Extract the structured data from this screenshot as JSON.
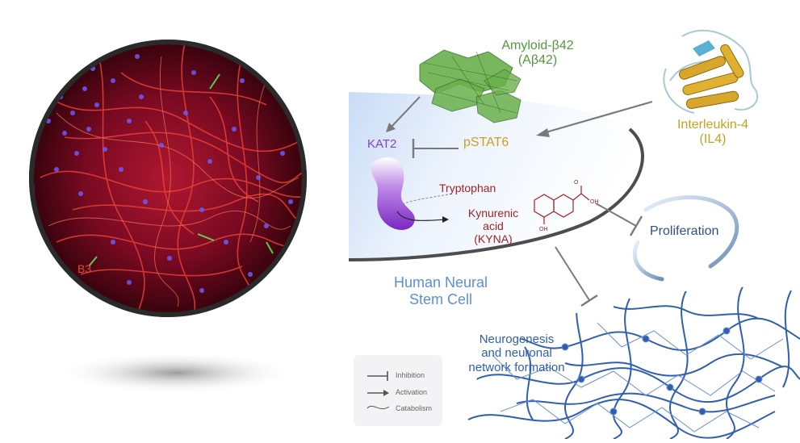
{
  "labels": {
    "amyloid": "Amyloid-β42",
    "amyloid_abbr": "(Aβ42)",
    "interleukin": "Interleukin-4",
    "interleukin_abbr": "(IL4)",
    "kat2": "KAT2",
    "pstat6": "pSTAT6",
    "tryptophan": "Tryptophan",
    "kynurenic_l1": "Kynurenic",
    "kynurenic_l2": "acid",
    "kynurenic_l3": "(KYNA)",
    "cell_l1": "Human Neural",
    "cell_l2": "Stem Cell",
    "proliferation": "Proliferation",
    "neurogenesis_l1": "Neurogenesis",
    "neurogenesis_l2": "and neuronal",
    "neurogenesis_l3": "network formation",
    "micrograph_corner": "B3",
    "oh_top": "OH",
    "oh_bottom": "OH",
    "o_label": "O"
  },
  "legend": {
    "inhibition": "Inhibition",
    "activation": "Activation",
    "catabolism": "Catabolism"
  },
  "colors": {
    "amyloid_green": "#4f9a3a",
    "il4_gold": "#c8a020",
    "kat2_purple": "#8a3ccf",
    "kyna_red": "#a02424",
    "cell_blue": "#5b8fd6",
    "network_blue": "#2f5fae",
    "arrow_gray": "#777777"
  }
}
